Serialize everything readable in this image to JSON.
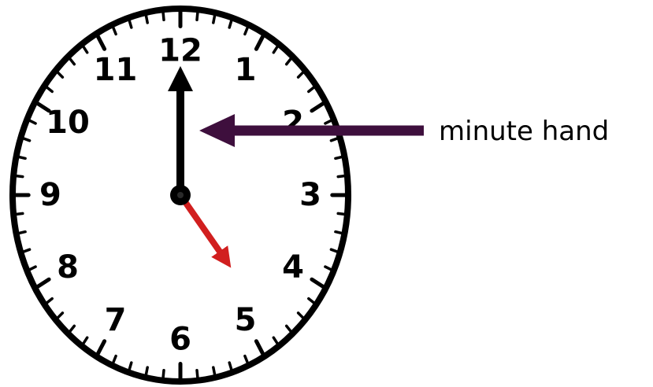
{
  "clock": {
    "numerals": [
      "12",
      "1",
      "2",
      "3",
      "4",
      "5",
      "6",
      "7",
      "8",
      "9",
      "10",
      "11"
    ],
    "time": {
      "hour": 5,
      "minute": 0
    },
    "colors": {
      "face": "#ffffff",
      "rim": "#000000",
      "minute_hand": "#000000",
      "hour_hand": "#d11f1f"
    }
  },
  "callout": {
    "label": "minute hand",
    "color": "#3e0f3d",
    "target": "minute-hand"
  }
}
